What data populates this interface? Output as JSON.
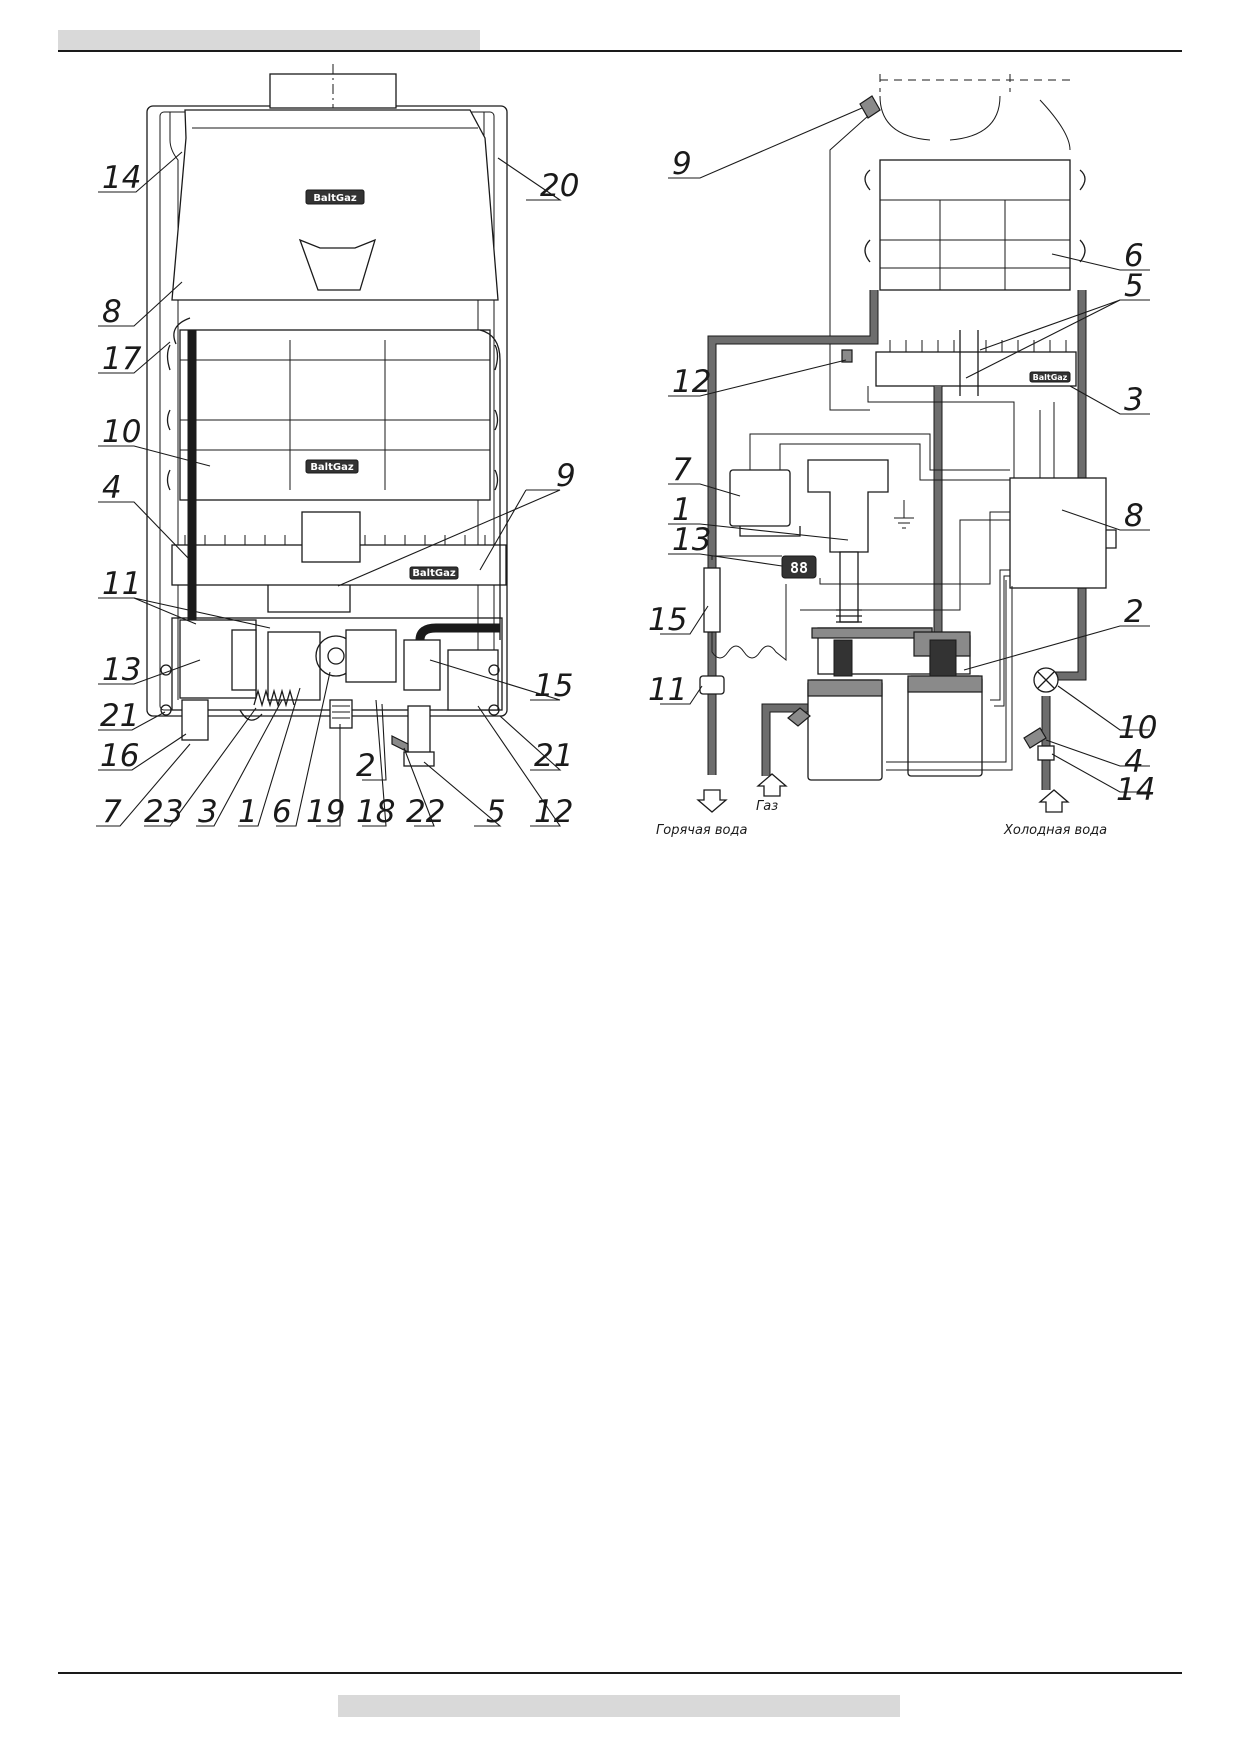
{
  "left_diagram": {
    "callouts": [
      "14",
      "8",
      "17",
      "10",
      "4",
      "11",
      "13",
      "21",
      "16",
      "7",
      "23",
      "3",
      "1",
      "6",
      "19",
      "18",
      "2",
      "22",
      "5",
      "12",
      "21",
      "15",
      "9",
      "20"
    ],
    "brand_labels": [
      "BaltGaz",
      "BaltGaz",
      "BaltGaz"
    ]
  },
  "right_diagram": {
    "callouts": [
      "9",
      "12",
      "7",
      "1",
      "13",
      "15",
      "11",
      "6",
      "5",
      "3",
      "8",
      "2",
      "10",
      "4",
      "14"
    ],
    "brand_label": "BaltGaz",
    "display_digits": "88",
    "captions": {
      "hot_water": "Горячая вода",
      "gas": "Газ",
      "cold_water": "Холодная вода"
    }
  },
  "colors": {
    "header_bar": "#d9d9d9",
    "rule": "#1a1a1a",
    "pipe": "#6d6d6d"
  }
}
